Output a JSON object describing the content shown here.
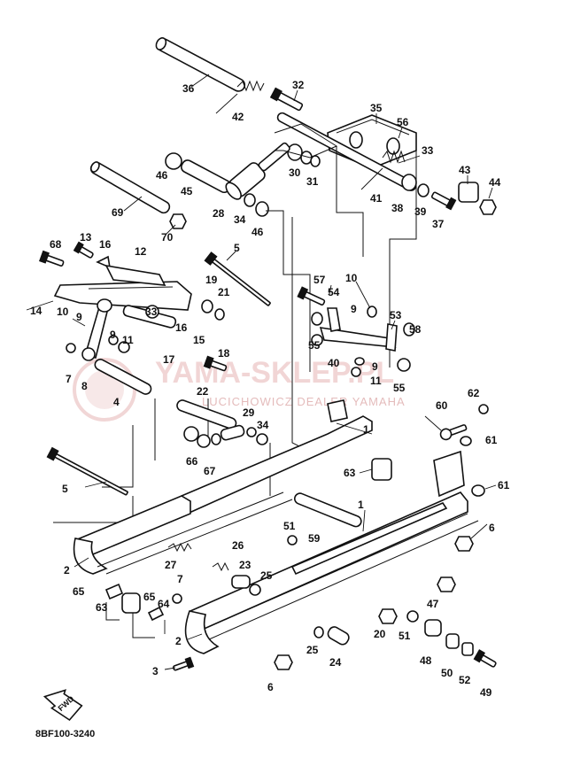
{
  "diagram": {
    "drawing_code": "8BF100-3240",
    "forward_label": "FWD",
    "watermark": {
      "main": "YAMA-SKLEP.PL",
      "sub": "LUCICHOWICZ DEALER YAMAHA"
    },
    "callouts": [
      {
        "id": "c36",
        "text": "36"
      },
      {
        "id": "c42",
        "text": "42"
      },
      {
        "id": "c32",
        "text": "32"
      },
      {
        "id": "c35",
        "text": "35"
      },
      {
        "id": "c56",
        "text": "56"
      },
      {
        "id": "c33a",
        "text": "33"
      },
      {
        "id": "c46a",
        "text": "46"
      },
      {
        "id": "c45",
        "text": "45"
      },
      {
        "id": "c30",
        "text": "30"
      },
      {
        "id": "c31",
        "text": "31"
      },
      {
        "id": "c41",
        "text": "41"
      },
      {
        "id": "c38",
        "text": "38"
      },
      {
        "id": "c39",
        "text": "39"
      },
      {
        "id": "c37",
        "text": "37"
      },
      {
        "id": "c43",
        "text": "43"
      },
      {
        "id": "c44",
        "text": "44"
      },
      {
        "id": "c69",
        "text": "69"
      },
      {
        "id": "c28",
        "text": "28"
      },
      {
        "id": "c34a",
        "text": "34"
      },
      {
        "id": "c46b",
        "text": "46"
      },
      {
        "id": "c70",
        "text": "70"
      },
      {
        "id": "c5a",
        "text": "5"
      },
      {
        "id": "c68",
        "text": "68"
      },
      {
        "id": "c13",
        "text": "13"
      },
      {
        "id": "c16a",
        "text": "16"
      },
      {
        "id": "c12",
        "text": "12"
      },
      {
        "id": "c19",
        "text": "19"
      },
      {
        "id": "c21",
        "text": "21"
      },
      {
        "id": "c14",
        "text": "14"
      },
      {
        "id": "c10a",
        "text": "10"
      },
      {
        "id": "c9a",
        "text": "9"
      },
      {
        "id": "c33b",
        "text": "33"
      },
      {
        "id": "c16b",
        "text": "16"
      },
      {
        "id": "c15",
        "text": "15"
      },
      {
        "id": "c9b",
        "text": "9"
      },
      {
        "id": "c11a",
        "text": "11"
      },
      {
        "id": "c17",
        "text": "17"
      },
      {
        "id": "c18",
        "text": "18"
      },
      {
        "id": "c7a",
        "text": "7"
      },
      {
        "id": "c8",
        "text": "8"
      },
      {
        "id": "c4",
        "text": "4"
      },
      {
        "id": "c57",
        "text": "57"
      },
      {
        "id": "c54",
        "text": "54"
      },
      {
        "id": "c10b",
        "text": "10"
      },
      {
        "id": "c9c",
        "text": "9"
      },
      {
        "id": "c53",
        "text": "53"
      },
      {
        "id": "c58",
        "text": "58"
      },
      {
        "id": "c55a",
        "text": "55"
      },
      {
        "id": "c40",
        "text": "40"
      },
      {
        "id": "c9d",
        "text": "9"
      },
      {
        "id": "c11b",
        "text": "11"
      },
      {
        "id": "c55b",
        "text": "55"
      },
      {
        "id": "c22",
        "text": "22"
      },
      {
        "id": "c29",
        "text": "29"
      },
      {
        "id": "c34b",
        "text": "34"
      },
      {
        "id": "c66",
        "text": "66"
      },
      {
        "id": "c67",
        "text": "67"
      },
      {
        "id": "c1a",
        "text": "1"
      },
      {
        "id": "c62",
        "text": "62"
      },
      {
        "id": "c60",
        "text": "60"
      },
      {
        "id": "c61a",
        "text": "61"
      },
      {
        "id": "c5b",
        "text": "5"
      },
      {
        "id": "c63a",
        "text": "63"
      },
      {
        "id": "c61b",
        "text": "61"
      },
      {
        "id": "c1b",
        "text": "1"
      },
      {
        "id": "c6a",
        "text": "6"
      },
      {
        "id": "c51a",
        "text": "51"
      },
      {
        "id": "c59",
        "text": "59"
      },
      {
        "id": "c2a",
        "text": "2"
      },
      {
        "id": "c27",
        "text": "27"
      },
      {
        "id": "c26",
        "text": "26"
      },
      {
        "id": "c23",
        "text": "23"
      },
      {
        "id": "c25a",
        "text": "25"
      },
      {
        "id": "c7b",
        "text": "7"
      },
      {
        "id": "c65a",
        "text": "65"
      },
      {
        "id": "c65b",
        "text": "65"
      },
      {
        "id": "c63b",
        "text": "63"
      },
      {
        "id": "c64",
        "text": "64"
      },
      {
        "id": "c47",
        "text": "47"
      },
      {
        "id": "c20",
        "text": "20"
      },
      {
        "id": "c51b",
        "text": "51"
      },
      {
        "id": "c25b",
        "text": "25"
      },
      {
        "id": "c24",
        "text": "24"
      },
      {
        "id": "c2b",
        "text": "2"
      },
      {
        "id": "c3",
        "text": "3"
      },
      {
        "id": "c6b",
        "text": "6"
      },
      {
        "id": "c48",
        "text": "48"
      },
      {
        "id": "c50",
        "text": "50"
      },
      {
        "id": "c52",
        "text": "52"
      },
      {
        "id": "c49",
        "text": "49"
      }
    ]
  }
}
